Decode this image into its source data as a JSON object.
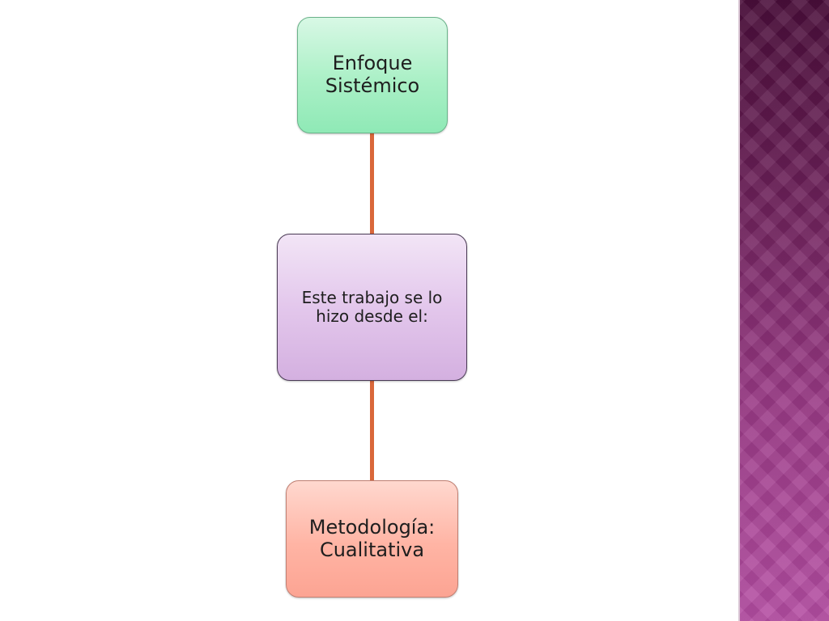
{
  "diagram": {
    "nodes": [
      {
        "id": "top",
        "label": "Enfoque\nSistémico"
      },
      {
        "id": "mid",
        "label": "Este trabajo se lo\nhizo desde el:"
      },
      {
        "id": "bottom",
        "label": "Metodología:\nCualitativa"
      }
    ],
    "edges": [
      {
        "from": "top",
        "to": "mid"
      },
      {
        "from": "mid",
        "to": "bottom"
      }
    ]
  },
  "colors": {
    "top_node": "#aaf0c6",
    "mid_node": "#e3c7ec",
    "bottom_node": "#ffb4a4",
    "connector": "#d9673a",
    "side_band": "#8a2f77"
  }
}
